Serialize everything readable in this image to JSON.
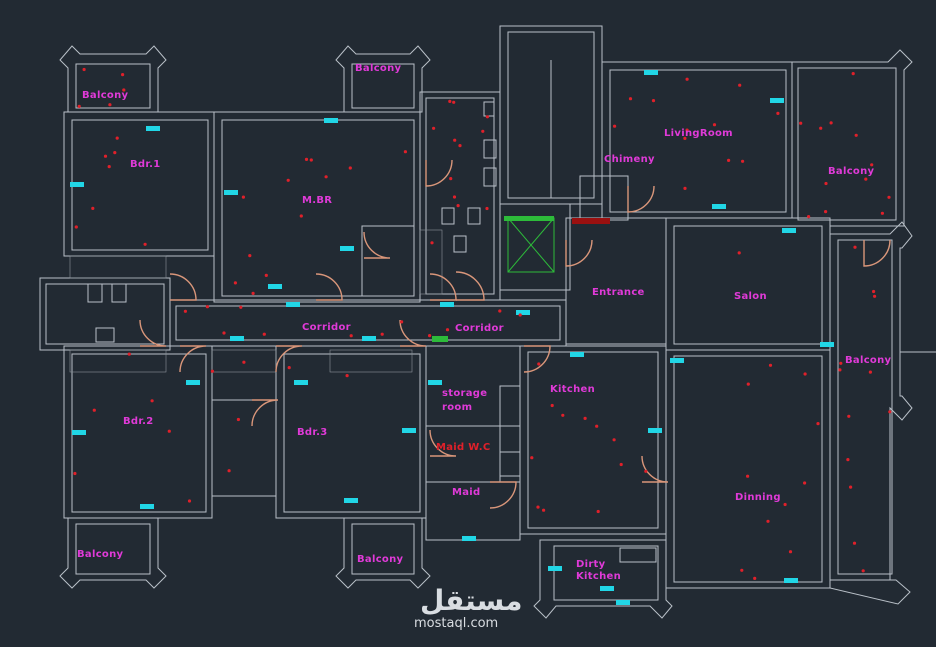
{
  "rooms": [
    {
      "id": "balcony-nw-1",
      "label": "Balcony"
    },
    {
      "id": "balcony-n-2",
      "label": "Balcony"
    },
    {
      "id": "bdr1",
      "label": "Bdr.1"
    },
    {
      "id": "mbr",
      "label": "M.BR"
    },
    {
      "id": "chimeny",
      "label": "Chimeny"
    },
    {
      "id": "livingroom",
      "label": "LivingRoom"
    },
    {
      "id": "balcony-ne",
      "label": "Balcony"
    },
    {
      "id": "entrance",
      "label": "Entrance"
    },
    {
      "id": "salon",
      "label": "Salon"
    },
    {
      "id": "corridor-w",
      "label": "Corridor"
    },
    {
      "id": "corridor-e",
      "label": "Corridor"
    },
    {
      "id": "balcony-e",
      "label": "Balcony"
    },
    {
      "id": "storage",
      "label": "storage"
    },
    {
      "id": "storage-room",
      "label": "room"
    },
    {
      "id": "kitchen",
      "label": "Kitchen"
    },
    {
      "id": "bdr2",
      "label": "Bdr.2"
    },
    {
      "id": "bdr3",
      "label": "Bdr.3"
    },
    {
      "id": "maid-wc",
      "label": "Maid  W.C"
    },
    {
      "id": "maid",
      "label": "Maid"
    },
    {
      "id": "dinning",
      "label": "Dinning"
    },
    {
      "id": "balcony-sw",
      "label": "Balcony"
    },
    {
      "id": "balcony-s",
      "label": "Balcony"
    },
    {
      "id": "dirty",
      "label": "Dirty"
    },
    {
      "id": "dirty-kitchen",
      "label": "Kitchen"
    }
  ],
  "watermark": {
    "arabic": "مستقل",
    "latin": "mostaql.com"
  },
  "colors": {
    "background": "#222a33",
    "wall": "#b9c0c8",
    "label": "#e03ad8",
    "marker": "#e0202a",
    "tag": "#21d6e6",
    "door": "#d9967a"
  }
}
